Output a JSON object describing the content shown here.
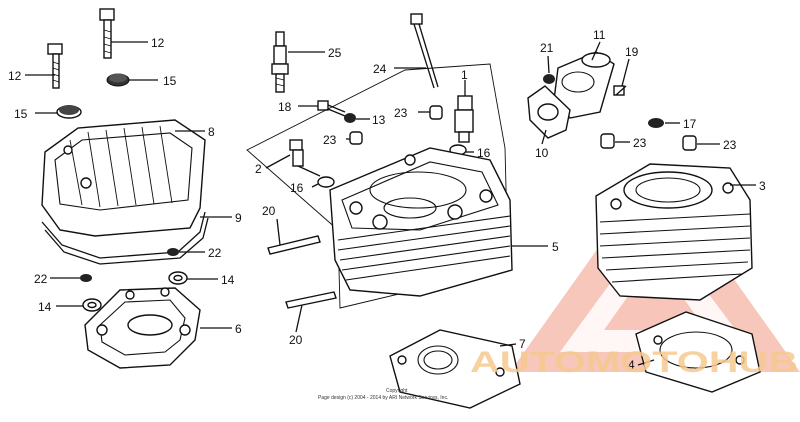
{
  "diagram": {
    "callouts": [
      {
        "id": "c12a",
        "text": "12"
      },
      {
        "id": "c12b",
        "text": "12"
      },
      {
        "id": "c15a",
        "text": "15"
      },
      {
        "id": "c15b",
        "text": "15"
      },
      {
        "id": "c8",
        "text": "8"
      },
      {
        "id": "c9",
        "text": "9"
      },
      {
        "id": "c22a",
        "text": "22"
      },
      {
        "id": "c22b",
        "text": "22"
      },
      {
        "id": "c14a",
        "text": "14"
      },
      {
        "id": "c14b",
        "text": "14"
      },
      {
        "id": "c6",
        "text": "6"
      },
      {
        "id": "c25",
        "text": "25"
      },
      {
        "id": "c18",
        "text": "18"
      },
      {
        "id": "c13",
        "text": "13"
      },
      {
        "id": "c23a",
        "text": "23"
      },
      {
        "id": "c23b",
        "text": "23"
      },
      {
        "id": "c2",
        "text": "2"
      },
      {
        "id": "c16a",
        "text": "16"
      },
      {
        "id": "c16b",
        "text": "16"
      },
      {
        "id": "c20a",
        "text": "20"
      },
      {
        "id": "c20b",
        "text": "20"
      },
      {
        "id": "c24",
        "text": "24"
      },
      {
        "id": "c1",
        "text": "1"
      },
      {
        "id": "c5",
        "text": "5"
      },
      {
        "id": "c7",
        "text": "7"
      },
      {
        "id": "c21",
        "text": "21"
      },
      {
        "id": "c11",
        "text": "11"
      },
      {
        "id": "c19",
        "text": "19"
      },
      {
        "id": "c10",
        "text": "10"
      },
      {
        "id": "c17",
        "text": "17"
      },
      {
        "id": "c23c",
        "text": "23"
      },
      {
        "id": "c23d",
        "text": "23"
      },
      {
        "id": "c3",
        "text": "3"
      },
      {
        "id": "c4",
        "text": "4"
      }
    ],
    "copyright": {
      "line1": "Copyright",
      "line2": "Page design (c) 2004 - 2014 by ARI Network Services, Inc."
    },
    "watermark": {
      "text": "AUTOMOTOHUB",
      "color_main": "#f4b4a6",
      "color_light": "#f6c98f",
      "color_dark": "#555555"
    }
  }
}
